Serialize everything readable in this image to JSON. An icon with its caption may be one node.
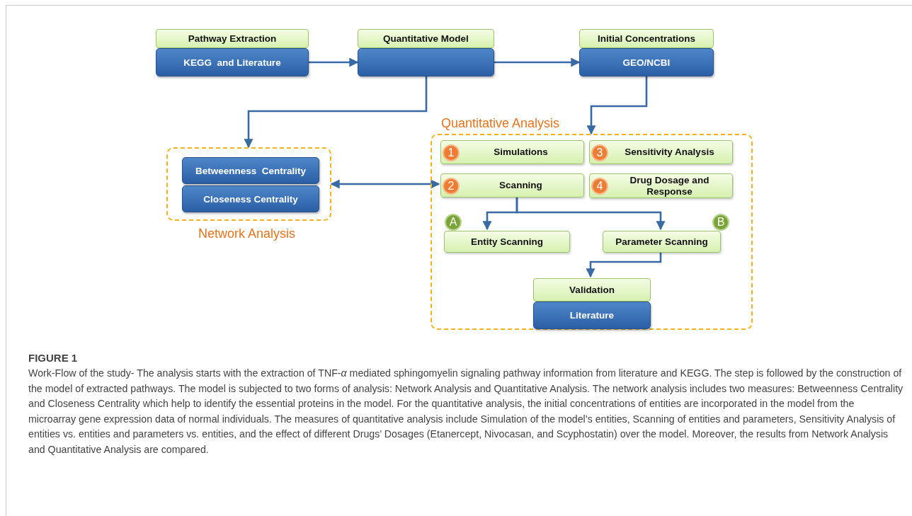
{
  "diagram": {
    "nodes": [
      {
        "text": [
          "Pathway Extraction",
          "KEGG  and Literature"
        ]
      },
      {
        "text": [
          "Quantitative Model"
        ]
      },
      {
        "text": [
          "Initial Concentrations",
          "GEO/NCBI"
        ]
      },
      {
        "text": [
          "Network Analysis"
        ]
      },
      {
        "text": [
          "Betweenness  Centrality"
        ],
        "in": 3
      },
      {
        "text": [
          "Closeness Centrality"
        ],
        "in": 3
      },
      {
        "text": [
          "Quantitative Analysis"
        ]
      },
      {
        "text": [
          "1",
          "Simulations"
        ],
        "in": 6
      },
      {
        "text": [
          "3",
          "Sensitivity Analysis"
        ],
        "in": 6
      },
      {
        "text": [
          "2",
          "Scanning"
        ],
        "in": 6
      },
      {
        "text": [
          "4",
          "Drug Dosage and Response"
        ],
        "in": 6
      },
      {
        "text": [
          "A",
          "Entity Scanning"
        ],
        "in": 6
      },
      {
        "text": [
          "B",
          "Parameter Scanning"
        ],
        "in": 6
      },
      {
        "text": [
          "Validation",
          "Literature"
        ],
        "in": 6
      }
    ],
    "edges": [
      {
        "from": 0,
        "to": 1,
        "arrow": "to"
      },
      {
        "from": 1,
        "to": 2,
        "arrow": "to"
      },
      {
        "from": 1,
        "to": 3,
        "arrow": "to"
      },
      {
        "from": 2,
        "to": 6,
        "arrow": "to"
      },
      {
        "from": 3,
        "to": 9,
        "arrow": "both"
      },
      {
        "from": 9,
        "to": 11,
        "arrow": "to"
      },
      {
        "from": 9,
        "to": 12,
        "arrow": "to"
      },
      {
        "from": 12,
        "to": 13,
        "arrow": "to"
      }
    ],
    "labels": [
      "FIGURE 1"
    ],
    "caption": "Work-Flow of the study- The analysis starts with the extraction of TNF-*α* mediated sphingomyelin signaling pathway information from literature and KEGG. The step is followed by the construction of the model of extracted pathways. The model is subjected to two forms of analysis: Network Analysis and Quantitative Analysis. The network analysis includes two measures: Betweenness Centrality and Closeness Centrality which help to identify the essential proteins in the model. For the quantitative analysis, the initial concentrations of entities are incorporated in the model from the microarray gene expression data of normal individuals. The measures of quantitative analysis include Simulation of the model’s entities, Scanning of entities and parameters, Sensitivity Analysis of entities vs. entities and parameters vs. entities, and the effect of different Drugs’ Dosages (Etanercept, Nivocasan, and Scyphostatin) over the model. Moreover, the results from Network Analysis and Quantitative Analysis are compared."
  }
}
